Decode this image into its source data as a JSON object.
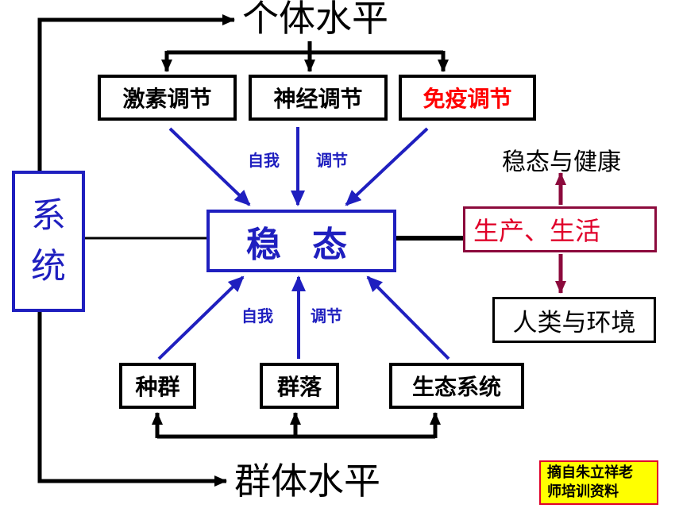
{
  "levels": {
    "individual": "个体水平",
    "population": "群体水平"
  },
  "system": {
    "chars": [
      "系",
      "统"
    ]
  },
  "regulation": {
    "hormone": "激素调节",
    "nerve": "神经调节",
    "immune": "免疫调节"
  },
  "center": "稳 态",
  "self_regulation": {
    "self": "自我",
    "reg": "调节"
  },
  "population_units": {
    "species": "种群",
    "community": "群落",
    "ecosystem": "生态系统"
  },
  "application": {
    "production": "生产、生活",
    "health": "稳态与健康",
    "human_env": "人类与环境"
  },
  "source_note": {
    "line1": "摘自朱立祥老",
    "line2": "师培训资料"
  },
  "colors": {
    "blue": "#1f1fbf",
    "maroon": "#8c0a3c",
    "red": "#ff0000",
    "note_bg": "#ffff00"
  }
}
